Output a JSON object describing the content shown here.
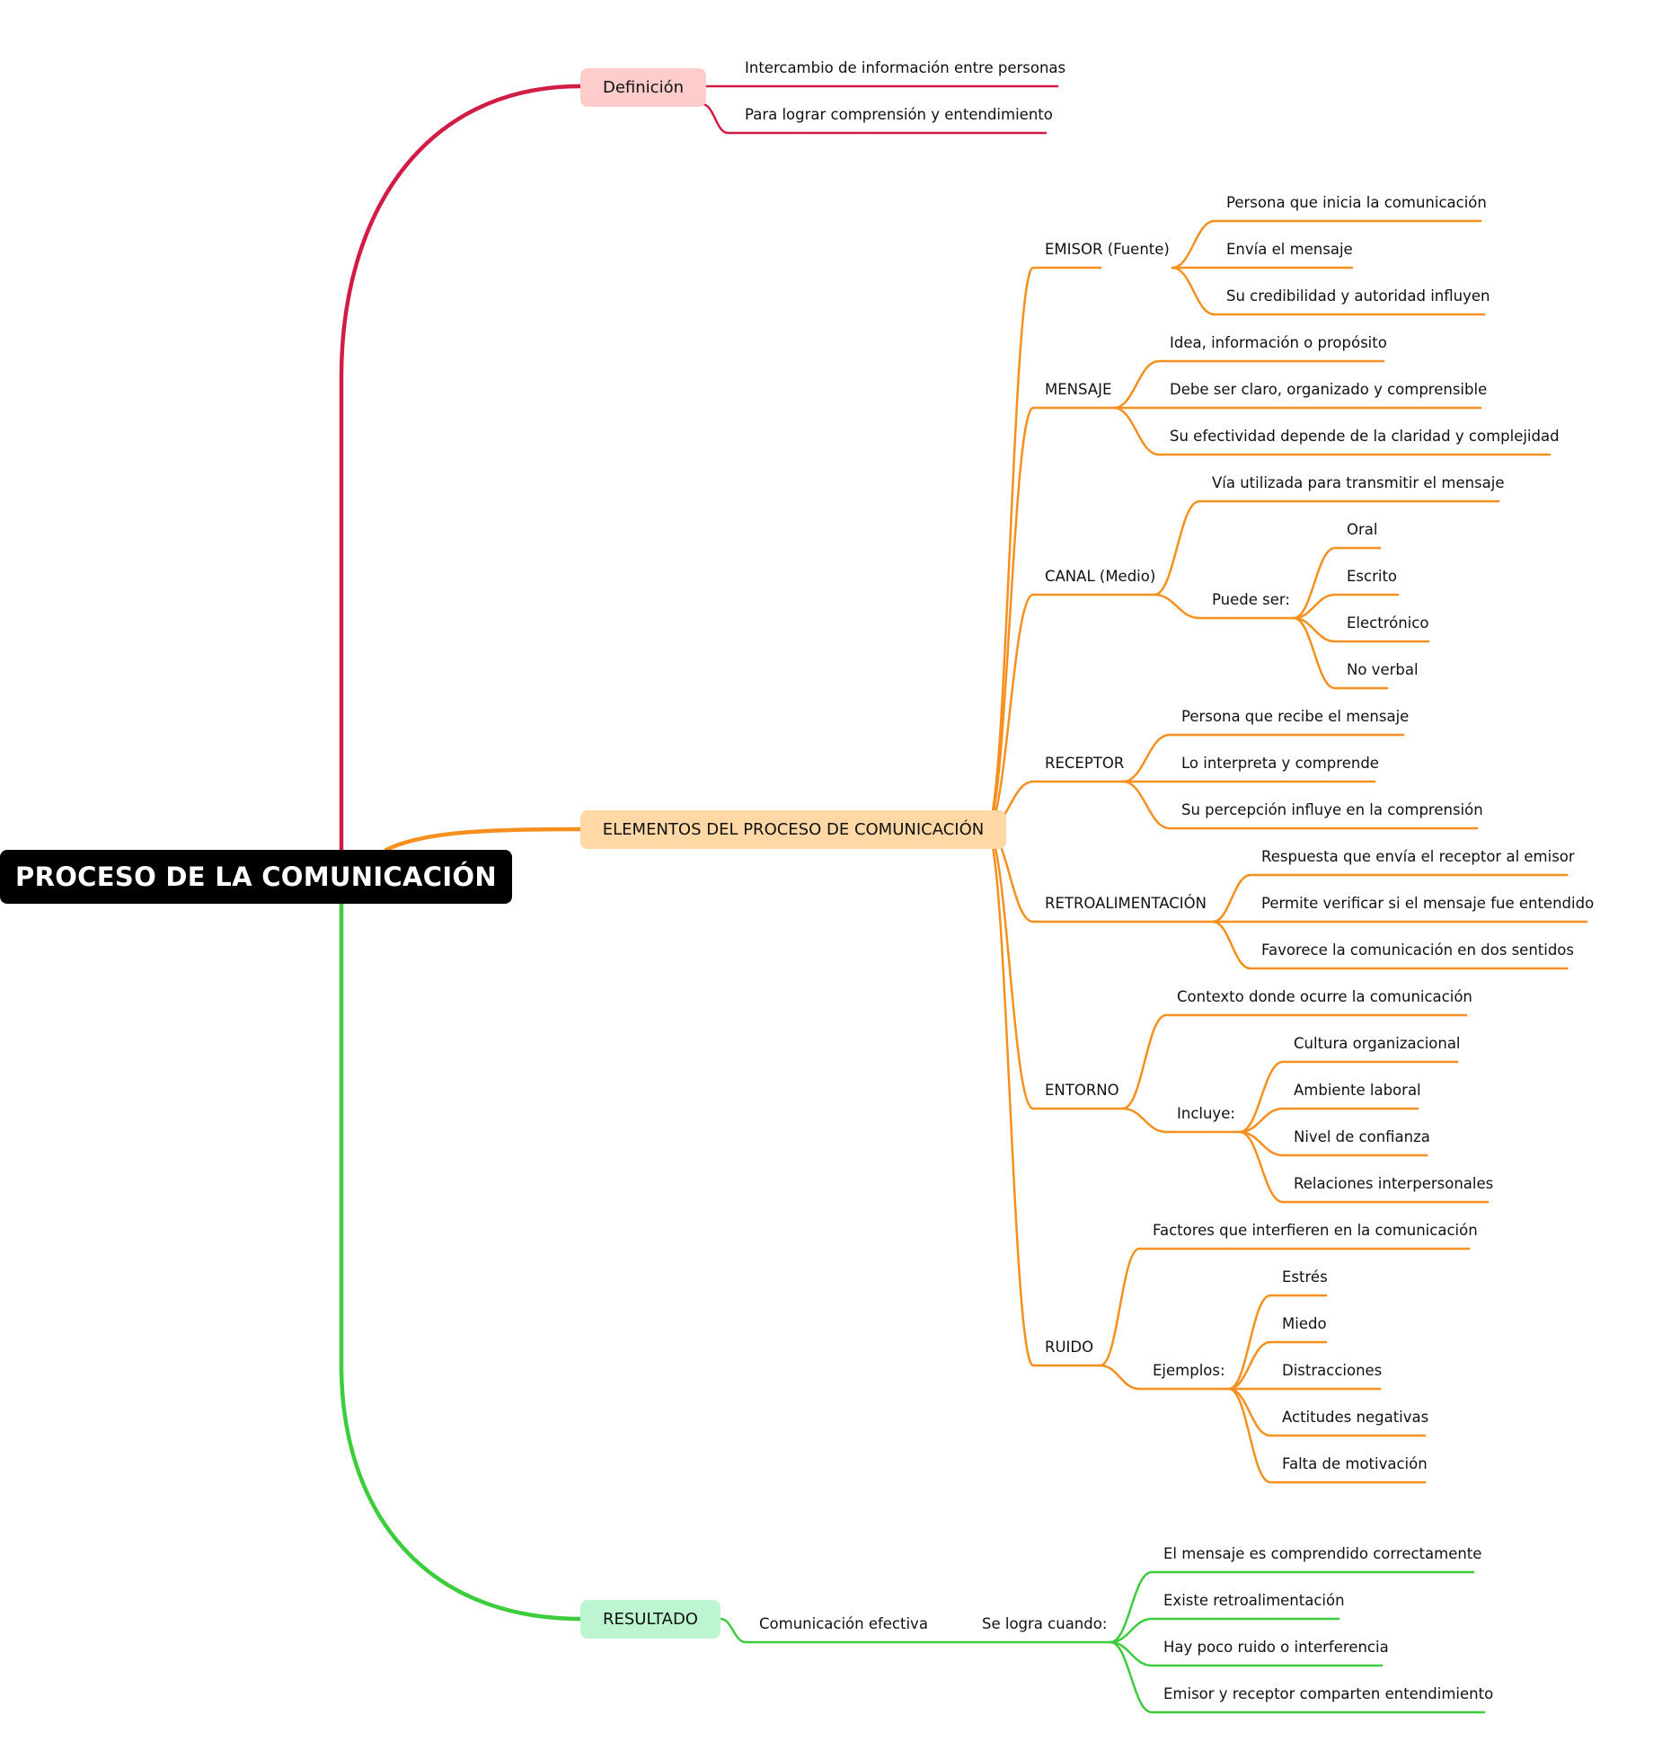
{
  "colors": {
    "root_bg": "#000000",
    "definicion": "#d21c45",
    "definicion_bg": "#ffcccc",
    "elementos": "#f5901f",
    "elementos_bg": "#ffd8a6",
    "resultado": "#3ccd3c",
    "resultado_bg": "#bdf5d0"
  },
  "root": {
    "label": "PROCESO DE LA COMUNICACIÓN"
  },
  "definicion": {
    "label": "Definición",
    "items": [
      "Intercambio de información entre personas",
      "Para lograr comprensión y entendimiento"
    ]
  },
  "elementos": {
    "label": "ELEMENTOS DEL PROCESO DE COMUNICACIÓN",
    "emisor": {
      "label": "EMISOR (Fuente)",
      "items": [
        "Persona que inicia la comunicación",
        "Envía el mensaje",
        "Su credibilidad y autoridad influyen"
      ]
    },
    "mensaje": {
      "label": "MENSAJE",
      "items": [
        "Idea, información o propósito",
        "Debe ser claro, organizado y comprensible",
        "Su efectividad depende de la claridad y complejidad"
      ]
    },
    "canal": {
      "label": "CANAL (Medio)",
      "via": "Vía utilizada para transmitir el mensaje",
      "puede_ser": {
        "label": "Puede ser:",
        "items": [
          "Oral",
          "Escrito",
          "Electrónico",
          "No verbal"
        ]
      }
    },
    "receptor": {
      "label": "RECEPTOR",
      "items": [
        "Persona que recibe el mensaje",
        "Lo interpreta y comprende",
        "Su percepción influye en la comprensión"
      ]
    },
    "retroalimentacion": {
      "label": "RETROALIMENTACIÓN",
      "items": [
        "Respuesta que envía el receptor al emisor",
        "Permite verificar si el mensaje fue entendido",
        "Favorece la comunicación en dos sentidos"
      ]
    },
    "entorno": {
      "label": "ENTORNO",
      "contexto": "Contexto donde ocurre la comunicación",
      "incluye": {
        "label": "Incluye:",
        "items": [
          "Cultura organizacional",
          "Ambiente laboral",
          "Nivel de confianza",
          "Relaciones interpersonales"
        ]
      }
    },
    "ruido": {
      "label": "RUIDO",
      "factores": "Factores que interfieren en la comunicación",
      "ejemplos": {
        "label": "Ejemplos:",
        "items": [
          "Estrés",
          "Miedo",
          "Distracciones",
          "Actitudes negativas",
          "Falta de motivación"
        ]
      }
    }
  },
  "resultado": {
    "label": "RESULTADO",
    "comunicacion": "Comunicación efectiva",
    "se_logra": {
      "label": "Se logra cuando:",
      "items": [
        "El mensaje es comprendido correctamente",
        "Existe retroalimentación",
        "Hay poco ruido o interferencia",
        "Emisor y receptor comparten entendimiento"
      ]
    }
  }
}
